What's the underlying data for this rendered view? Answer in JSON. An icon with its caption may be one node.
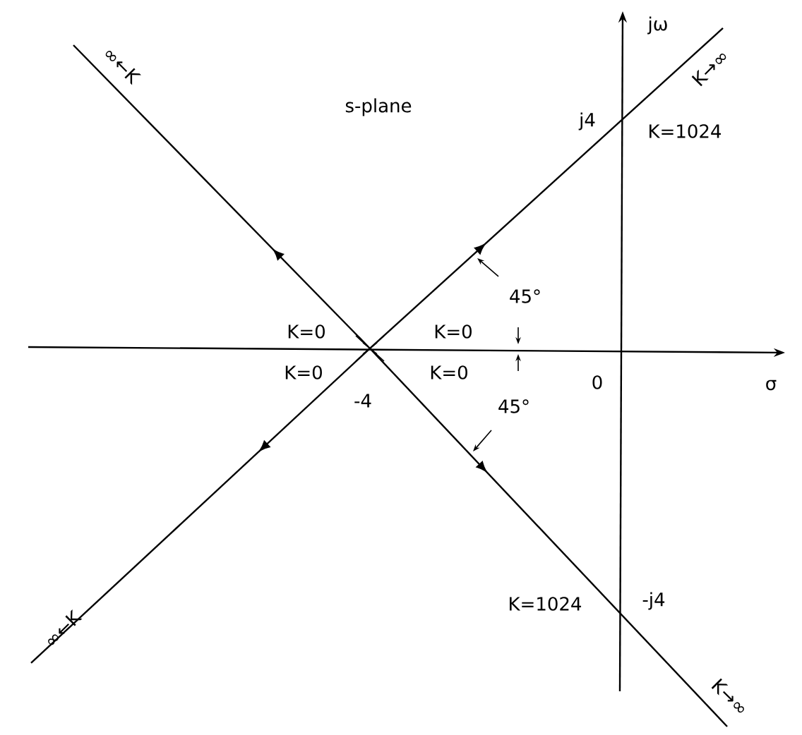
{
  "diagram": {
    "labels": [
      "∞←K",
      "s-plane",
      "jω",
      "K→∞",
      "j4",
      "K=1024",
      "45°",
      "K=0",
      "K=0",
      "K=0",
      "K=0",
      "-4",
      "0",
      "σ",
      "45°",
      "∞←K",
      "K=1024",
      "-j4",
      "K→∞"
    ]
  }
}
